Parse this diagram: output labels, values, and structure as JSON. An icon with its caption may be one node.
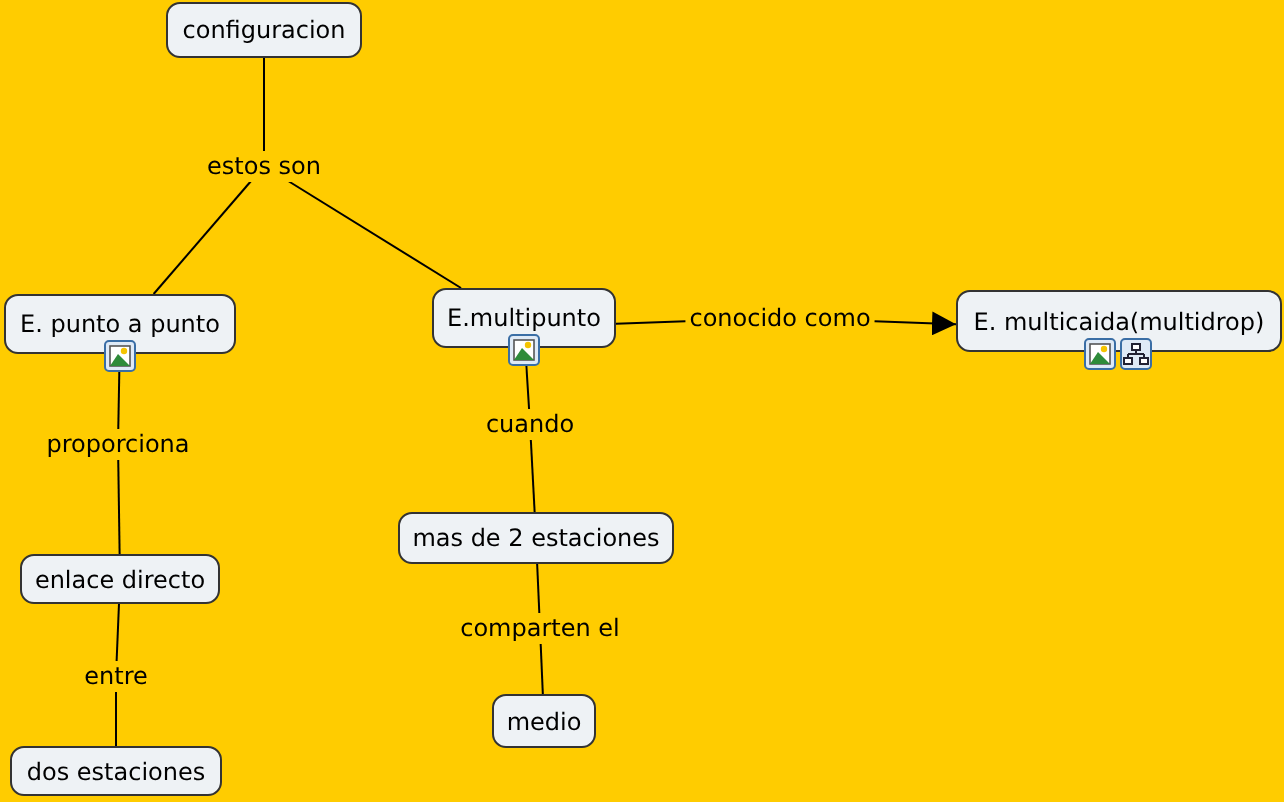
{
  "diagram": {
    "nodes": [
      {
        "text": [
          "configuracion"
        ]
      },
      {
        "text": [
          "estos son"
        ]
      },
      {
        "text": [
          "E. punto a punto"
        ]
      },
      {
        "text": [
          "E.multipunto"
        ]
      },
      {
        "text": [
          "conocido como"
        ]
      },
      {
        "text": [
          "E. multicaida(multidrop)"
        ]
      },
      {
        "text": [
          "proporciona"
        ]
      },
      {
        "text": [
          "enlace directo"
        ]
      },
      {
        "text": [
          "entre"
        ]
      },
      {
        "text": [
          "dos estaciones"
        ]
      },
      {
        "text": [
          "cuando"
        ]
      },
      {
        "text": [
          "mas de 2 estaciones"
        ]
      },
      {
        "text": [
          "comparten el"
        ]
      },
      {
        "text": [
          "medio"
        ]
      }
    ],
    "edges": [
      {
        "from": 0,
        "to": 1,
        "arrow": "none"
      },
      {
        "from": 1,
        "to": 2,
        "arrow": "none"
      },
      {
        "from": 1,
        "to": 3,
        "arrow": "none"
      },
      {
        "from": 3,
        "to": 4,
        "arrow": "none"
      },
      {
        "from": 4,
        "to": 5,
        "arrow": "to"
      },
      {
        "from": 2,
        "to": 6,
        "arrow": "none"
      },
      {
        "from": 6,
        "to": 7,
        "arrow": "none"
      },
      {
        "from": 7,
        "to": 8,
        "arrow": "none"
      },
      {
        "from": 8,
        "to": 9,
        "arrow": "none"
      },
      {
        "from": 3,
        "to": 10,
        "arrow": "none"
      },
      {
        "from": 10,
        "to": 11,
        "arrow": "none"
      },
      {
        "from": 11,
        "to": 12,
        "arrow": "none"
      },
      {
        "from": 12,
        "to": 13,
        "arrow": "none"
      }
    ]
  }
}
